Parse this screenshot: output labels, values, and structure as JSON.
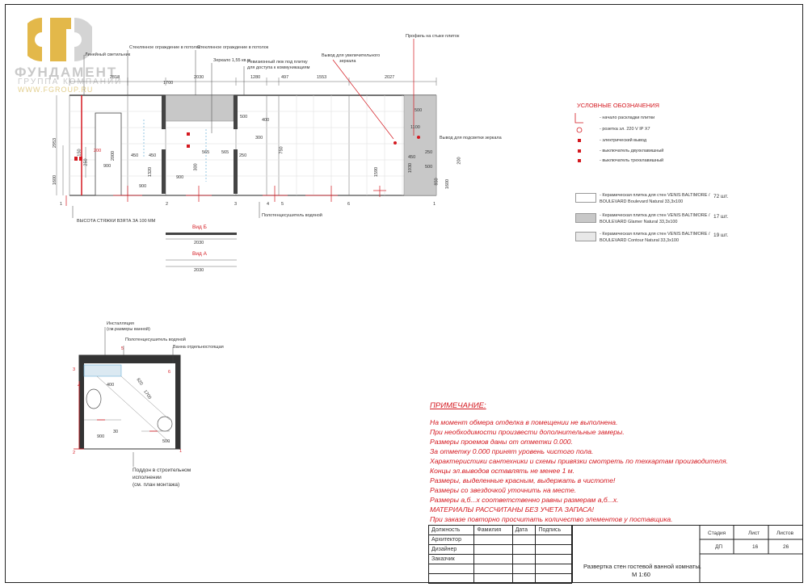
{
  "logo": {
    "name": "ФУНДАМЕНТ",
    "sub": "ГРУППА КОМПАНИЙ",
    "url": "WWW.FGROUP.RU",
    "gold": "#e3b84a",
    "gray": "#c9c9c9"
  },
  "elevation": {
    "callouts": {
      "lamp": "Линейный светильник",
      "glass1": "Стеклянное ограждение в потолок",
      "glass2": "Стеклянное ограждение в потолок",
      "mirror": "Зеркало 1,55 кв.м",
      "hatch1": "Ревизионный люк под плитку",
      "hatch2": "для доступа к коммуникациям",
      "mirror_out1": "Вывод для увеличительного",
      "mirror_out2": "зеркала",
      "profile": "Профиль на стыке плиток",
      "mirror_light": "Вывод для подсветки зеркала",
      "screed": "ВЫСОТА СТЯЖКИ ВЗЯТА ЗА 100 ММ",
      "dryer": "Полотенцесушитель водяной"
    },
    "top_dims": [
      "2818",
      "1700",
      "2030",
      "1280",
      "497",
      "1553",
      "2027"
    ],
    "dims": {
      "h2953": "2953",
      "h1600": "1600",
      "h150": "150",
      "h250": "250",
      "h200": "200",
      "h2000": "2000",
      "h900": "900",
      "h450a": "450",
      "h450b": "450",
      "h1320": "1320",
      "h500a": "500",
      "h400": "400",
      "h300": "300",
      "h750": "750",
      "h565a": "565",
      "h565b": "565",
      "h250b": "250",
      "h900b": "900",
      "h300b": "300",
      "h500b": "500",
      "h1100": "1100",
      "h1590": "1590",
      "h450c": "450",
      "h250c": "250",
      "h500c": "500",
      "h1930": "1930",
      "h850": "850",
      "h200b": "200",
      "h900c": "900",
      "h1600b": "1600"
    },
    "wall_marks": [
      "1",
      "2",
      "3",
      "4",
      "5",
      "6",
      "1"
    ],
    "view_b": "Вид Б",
    "view_a": "Вид А",
    "view_b_dim": "2030",
    "view_a_dim": "2030"
  },
  "plan": {
    "callouts": {
      "install1": "Инсталляция",
      "install2": "(см.размеры ванной)",
      "dryer": "Полотенцесушитель водяной",
      "bath": "Ванна отдельностоящая",
      "tray1": "Поддон в строительном",
      "tray2": "исполнении",
      "tray3": "(см. план монтажа)"
    },
    "dims": {
      "d1700": "1700",
      "d820": "820",
      "d400": "400",
      "d900": "900",
      "d500": "500",
      "d30": "30"
    },
    "marks": {
      "m1": "1",
      "m2": "2",
      "m3": "3",
      "m4": "4",
      "m5": "5",
      "m6": "6"
    }
  },
  "legend": {
    "title": "УСЛОВНЫЕ ОБОЗНАЧЕНИЯ",
    "items": [
      "- начало раскладки плитки",
      "- розетка эл. 220 V IP X7",
      "- электрический вывод",
      "- выключатель двухклавишный",
      "- выключатель трехклавишный"
    ],
    "tiles": [
      {
        "name1": "- Керамическая плитка для стен VENIS BALTIMORE /",
        "name2": "BOULEVARD Boulevard Natural 33,3x100",
        "qty": "72 шт.",
        "fill": "#ffffff"
      },
      {
        "name1": "- Керамическая плитка для стен VENIS BALTIMORE /",
        "name2": "BOULEVARD Glamer Natural 33,3x100",
        "qty": "17 шт.",
        "fill": "#c8c8c8"
      },
      {
        "name1": "- Керамическая плитка для стен VENIS BALTIMORE /",
        "name2": "BOULEVARD Contour Natural 33,3x100",
        "qty": "19 шт.",
        "fill": "#e8e8e8"
      }
    ]
  },
  "notes": {
    "title": "ПРИМЕЧАНИЕ:",
    "lines": [
      "На момент обмера отделка в помещении не выполнена.",
      "При необходимости произвести дополнительные замеры.",
      "Размеры проемов даны от отметки 0.000.",
      "За отметку 0.000 принят уровень чистого пола.",
      "Характеристики сантехники и схемы привязки смотреть по техкартам производителя.",
      "Концы эл.выводов оставлять не менее 1 м.",
      "Размеры, выделенные красным, выдержать в чистоте!",
      "Размеры со звездочкой уточнить на месте.",
      "Размеры а,б...х соответственно равны размерам а,б...х.",
      "МАТЕРИАЛЫ РАССЧИТАНЫ БЕЗ УЧЕТА ЗАПАСА!",
      "При заказе повторно просчитать количество элементов у поставщика."
    ]
  },
  "title_block": {
    "headers": [
      "Должность",
      "Фамилия",
      "Дата",
      "Подпись"
    ],
    "roles": [
      "Архитектор",
      "Дизайнер",
      "Заказчик"
    ],
    "stage_label": "Стадия",
    "sheet_label": "Лист",
    "sheets_label": "Листов",
    "stage": "ДП",
    "sheet": "16",
    "sheets": "26",
    "title_line1": "Развертка стен гостевой ванной комнаты.",
    "title_line2": "М 1:60"
  },
  "colors": {
    "accent_red": "#d41920",
    "line": "#333333",
    "grey_tile": "#c8c8c8"
  }
}
